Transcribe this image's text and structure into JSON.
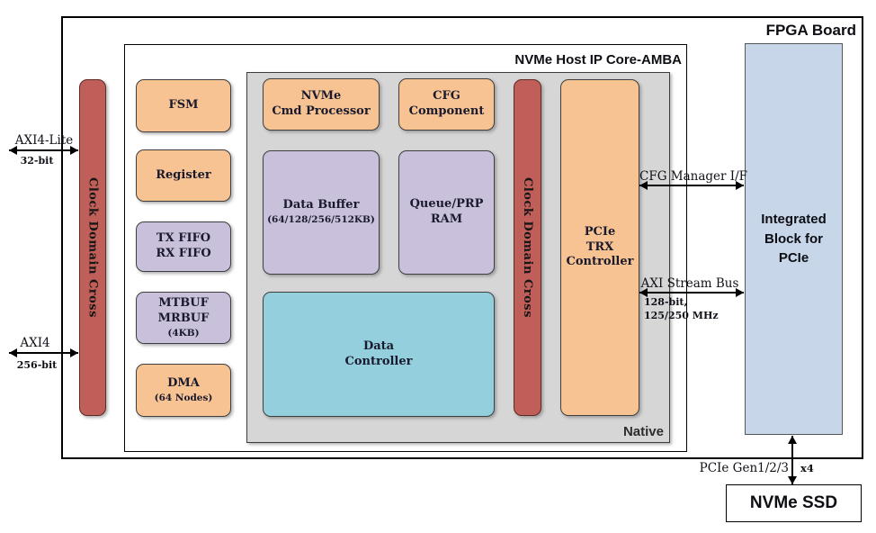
{
  "labels": {
    "fpga_board": "FPGA Board",
    "inner_title": "NVMe Host IP Core-AMBA",
    "native": "Native"
  },
  "blocks": {
    "fsm": "FSM",
    "register": "Register",
    "tx_rx_fifo": [
      "TX FIFO",
      "RX FIFO"
    ],
    "mtbuf": {
      "lines": [
        "MTBUF",
        "MRBUF"
      ],
      "sub": "(4KB)"
    },
    "dma": {
      "line": "DMA",
      "sub": "(64 Nodes)"
    },
    "cmd_processor": [
      "NVMe",
      "Cmd Processor"
    ],
    "cfg_component": [
      "CFG",
      "Component"
    ],
    "data_buffer": {
      "line": "Data Buffer",
      "sub": "(64/128/256/512KB)"
    },
    "queue_prp": [
      "Queue/PRP",
      "RAM"
    ],
    "data_controller": [
      "Data",
      "Controller"
    ],
    "cdc_left": "Clock Domain Cross",
    "cdc_right": "Clock Domain Cross",
    "pcie_trx": [
      "PCIe",
      "TRX",
      "Controller"
    ],
    "integrated_block": [
      "Integrated",
      "Block for",
      "PCIe"
    ],
    "nvme_ssd": "NVMe SSD"
  },
  "buses": {
    "axi4_lite": {
      "name": "AXI4-Lite",
      "width": "32-bit"
    },
    "axi4": {
      "name": "AXI4",
      "width": "256-bit"
    },
    "cfg_manager": {
      "name": "CFG Manager I/F"
    },
    "axi_stream": {
      "name": "AXI Stream Bus",
      "width": "128-bit,",
      "freq": "125/250 MHz"
    },
    "pcie_link": {
      "name": "PCIe Gen1/2/3",
      "lanes": "x4"
    }
  },
  "colors": {
    "orange": "#F7C392",
    "purple": "#C9C0DC",
    "red": "#C05F59",
    "teal": "#93CFDC",
    "blue": "#C7D6E8",
    "gray": "#D6D6D6"
  }
}
